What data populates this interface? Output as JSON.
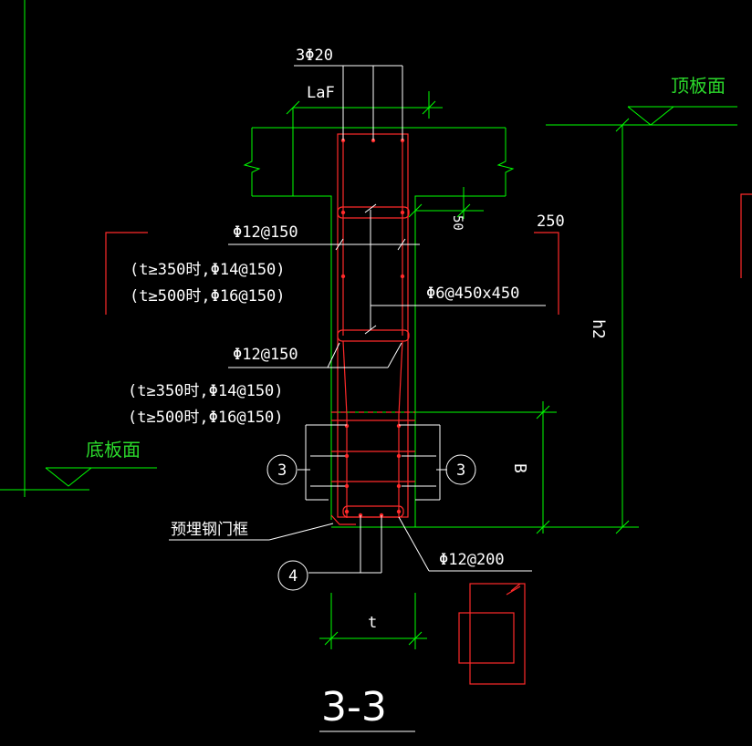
{
  "labels": {
    "top_rebar": "3Φ20",
    "laf": "LaF",
    "top_surface": "顶板面",
    "bottom_surface": "底板面",
    "dim_50": "50",
    "dim_250": "250",
    "rebar_upper": "Φ12@150",
    "rebar_upper_note1": "(t≥350时,Φ14@150)",
    "rebar_upper_note2": "(t≥500时,Φ16@150)",
    "tie": "Φ6@450x450",
    "rebar_lower": "Φ12@150",
    "rebar_lower_note1": "(t≥350时,Φ14@150)",
    "rebar_lower_note2": "(t≥500时,Φ16@150)",
    "height_h2": "h2",
    "dim_B": "B",
    "callout_left": "3",
    "callout_right": "3",
    "callout_bottom": "4",
    "embedded_frame": "预埋钢门框",
    "stirrup": "Φ12@200",
    "dim_t": "t",
    "section_title": "3-3"
  },
  "colors": {
    "background": "#000000",
    "structure_lines": "#00ff00",
    "rebar": "#ff2a2a",
    "leaders": "#ffffff",
    "surface_labels": "#2bd92b"
  }
}
